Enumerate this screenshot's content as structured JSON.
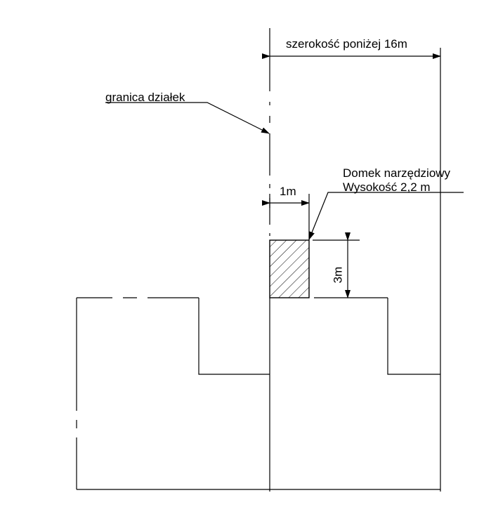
{
  "labels": {
    "width_dimension": "szerokość poniżej 16m",
    "boundary": "granica działek",
    "shed_name": "Domek narzędziowy",
    "shed_height": "Wysokość 2,2 m",
    "shed_width": "1m",
    "shed_depth": "3m"
  }
}
